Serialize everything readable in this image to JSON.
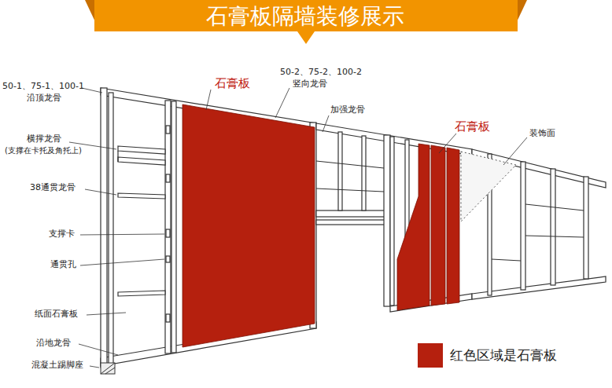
{
  "diagram": {
    "title": "石膏板隔墙装修展示",
    "labels": [
      "50-1、75-1、100-1",
      "沿顶龙骨",
      "石膏板",
      "50-2、75-2、100-2",
      "竖向龙骨",
      "加强龙骨",
      "横撑龙骨",
      "(支撑在卡托及角托上)",
      "石膏板",
      "装饰面",
      "38通贯龙骨",
      "支撑卡",
      "通贯孔",
      "纸面石膏板",
      "沿地龙骨",
      "混凝土踢脚座"
    ],
    "legend": [
      {
        "text": "红色区域是石膏板",
        "color": "#b5200e"
      }
    ]
  }
}
